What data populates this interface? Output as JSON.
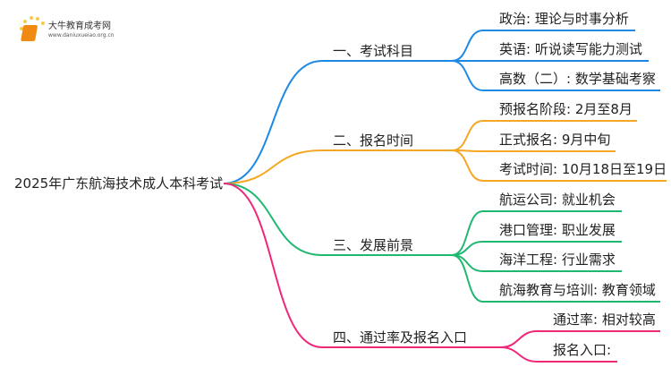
{
  "logo": {
    "name": "大牛教育成考网",
    "url": "www.daniuxueiao.org.cn"
  },
  "root": "2025年广东航海技术成人本科考试",
  "colors": [
    "#1e88e5",
    "#f5a623",
    "#1fb871",
    "#f0287a"
  ],
  "branches": [
    {
      "label": "一、考试科目",
      "children": [
        "政治: 理论与时事分析",
        "英语: 听说读写能力测试",
        "高数（二）: 数学基础考察"
      ]
    },
    {
      "label": "二、报名时间",
      "children": [
        "预报名阶段: 2月至8月",
        "正式报名: 9月中旬",
        "考试时间: 10月18日至19日"
      ]
    },
    {
      "label": "三、发展前景",
      "children": [
        "航运公司: 就业机会",
        "港口管理: 职业发展",
        "海洋工程: 行业需求",
        "航海教育与培训: 教育领域"
      ]
    },
    {
      "label": "四、通过率及报名入口",
      "children": [
        "通过率: 相对较高",
        "报名入口:"
      ]
    }
  ]
}
